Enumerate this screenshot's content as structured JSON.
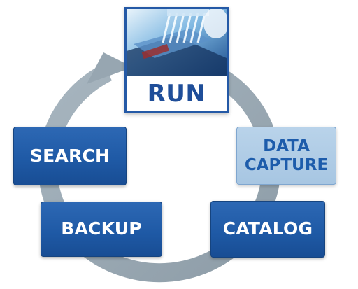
{
  "diagram": {
    "colors": {
      "arrow": "#9aa9b3",
      "box_dark": "#1f5aa6",
      "box_light": "#a9c7e3",
      "run_text": "#1f4e99"
    },
    "run": {
      "label": "RUN",
      "icon": "lab-pipette-photo"
    },
    "steps": {
      "data_capture": {
        "line1": "DATA",
        "line2": "CAPTURE"
      },
      "catalog": {
        "label": "CATALOG"
      },
      "backup": {
        "label": "BACKUP"
      },
      "search": {
        "label": "SEARCH"
      }
    },
    "cycle_arrow": {
      "icon": "circular-arrow-icon",
      "direction": "clockwise"
    }
  }
}
